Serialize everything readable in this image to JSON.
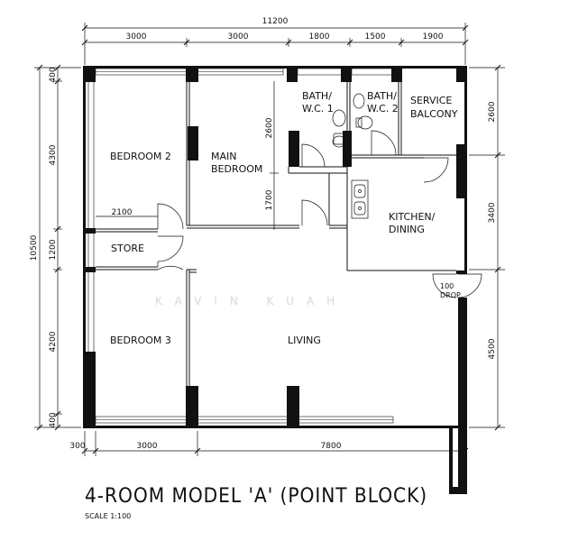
{
  "title": "4-ROOM MODEL 'A' (POINT BLOCK)",
  "scale": "SCALE 1:100",
  "watermark": "KAVIN KUAH",
  "rooms": {
    "bedroom2": "BEDROOM 2",
    "main_bedroom_1": "MAIN",
    "main_bedroom_2": "BEDROOM",
    "bath1_1": "BATH/",
    "bath1_2": "W.C. 1",
    "bath2_1": "BATH/",
    "bath2_2": "W.C. 2",
    "service_1": "SERVICE",
    "service_2": "BALCONY",
    "kitchen_1": "KITCHEN/",
    "kitchen_2": "DINING",
    "store": "STORE",
    "bedroom3": "BEDROOM 3",
    "living": "LIVING",
    "drop_1": "100",
    "drop_2": "DROP"
  },
  "dims": {
    "overall_width": "11200",
    "top": [
      "3000",
      "3000",
      "1800",
      "1500",
      "1900"
    ],
    "bottom": [
      "300",
      "3000",
      "7800"
    ],
    "left_overall": "10500",
    "left": [
      "400",
      "4300",
      "1200",
      "4200",
      "400"
    ],
    "right": [
      "2600",
      "3400",
      "4500"
    ],
    "inner_2600": "2600",
    "inner_1700": "1700",
    "inner_2100": "2100"
  }
}
